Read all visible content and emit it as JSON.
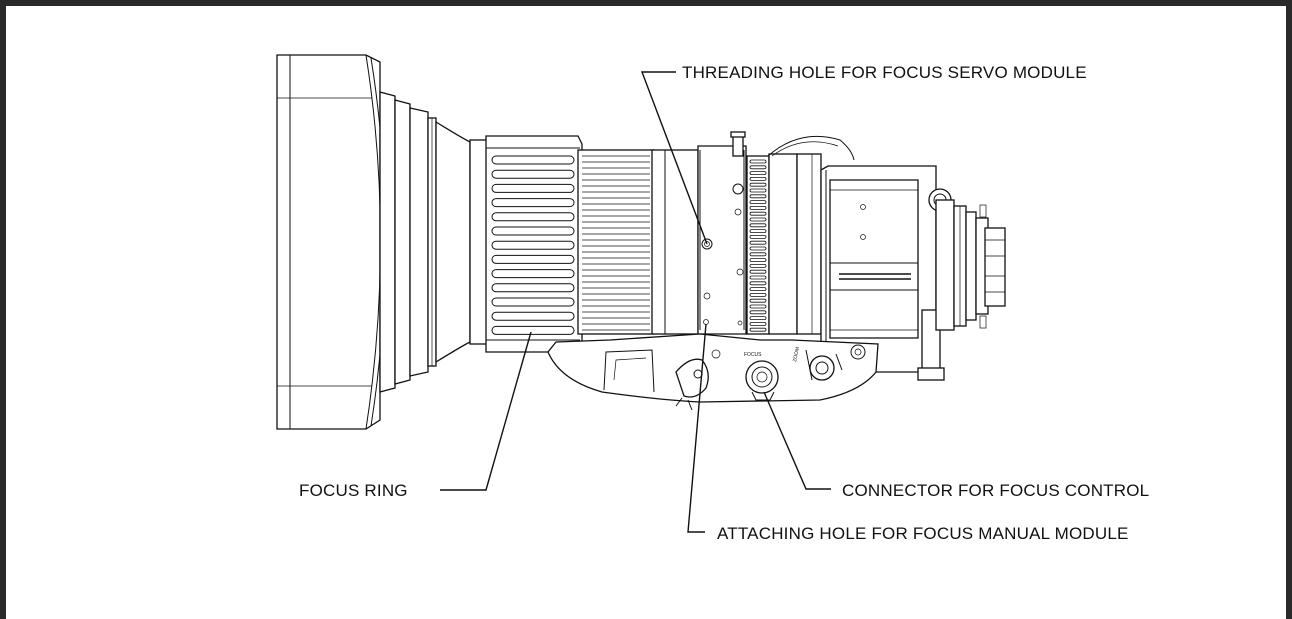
{
  "callouts": {
    "threading_hole": "THREADING HOLE  FOR FOCUS SERVO MODULE",
    "focus_ring": "FOCUS RING",
    "connector": "CONNECTOR FOR FOCUS CONTROL",
    "attaching_hole": "ATTACHING HOLE  FOR FOCUS MANUAL MODULE"
  },
  "engravings": {
    "focus": "FOCUS",
    "zoom": "ZOOM"
  }
}
